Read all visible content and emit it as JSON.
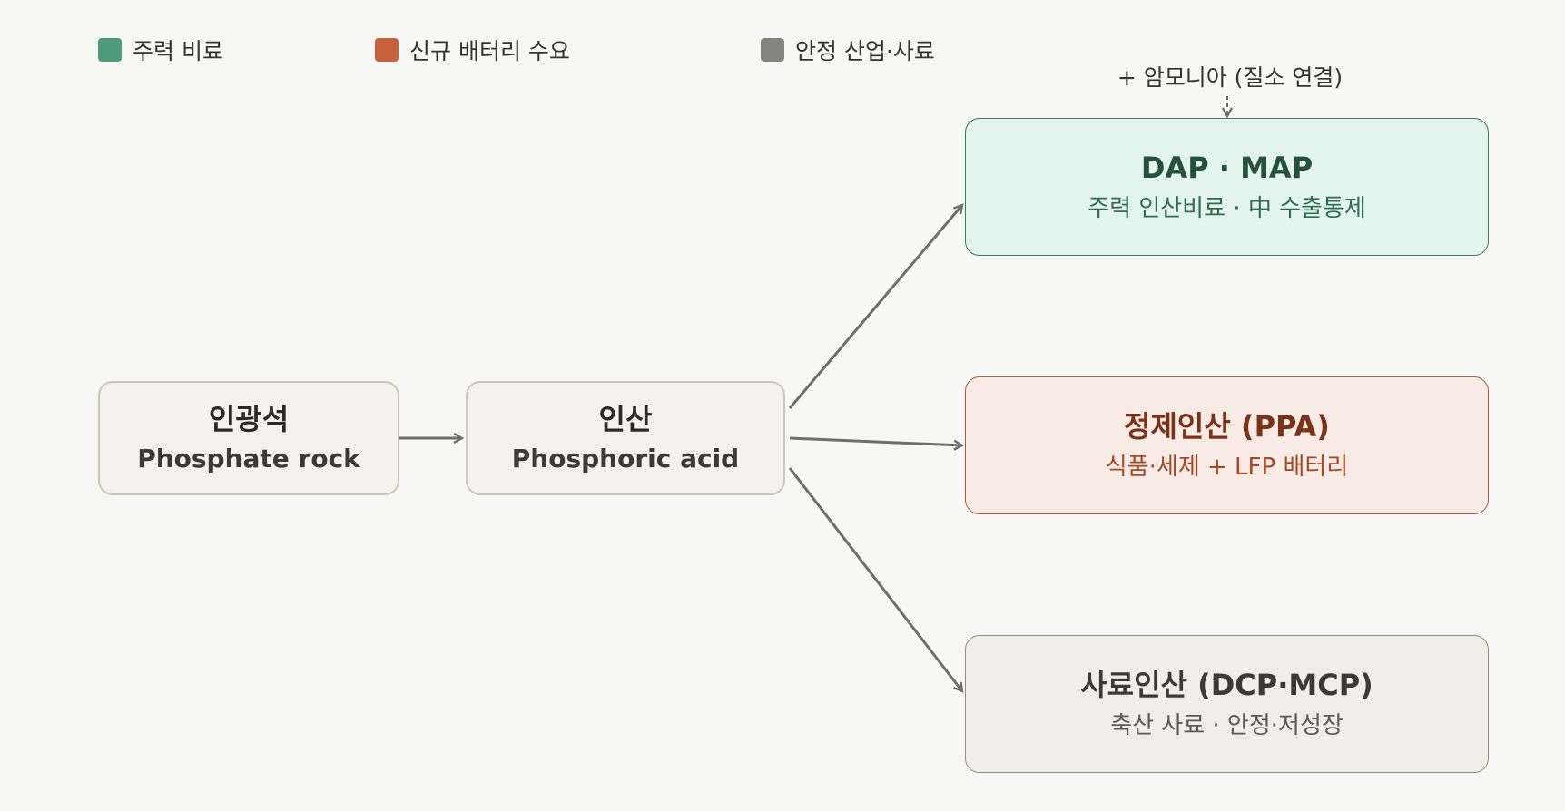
{
  "legend": [
    {
      "label": "주력 비료",
      "color": "#4f9a78"
    },
    {
      "label": "신규 배터리 수요",
      "color": "#c8613b"
    },
    {
      "label": "안정 산업·사료",
      "color": "#858580"
    }
  ],
  "nodes": {
    "rock": {
      "title": "인광석",
      "subtitle": "Phosphate rock"
    },
    "acid": {
      "title": "인산",
      "subtitle": "Phosphoric acid"
    },
    "dap": {
      "title": "DAP · MAP",
      "subtitle": "주력 인산비료 · 中 수출통제"
    },
    "ppa": {
      "title": "정제인산 (PPA)",
      "subtitle": "식품·세제 + LFP 배터리"
    },
    "feed": {
      "title": "사료인산 (DCP·MCP)",
      "subtitle": "축산 사료 · 안정·저성장"
    }
  },
  "ammonia_note": "+ 암모니아 (질소 연결)",
  "colors": {
    "arrow": "#6e6e6a",
    "background": "#f7f7f5"
  }
}
